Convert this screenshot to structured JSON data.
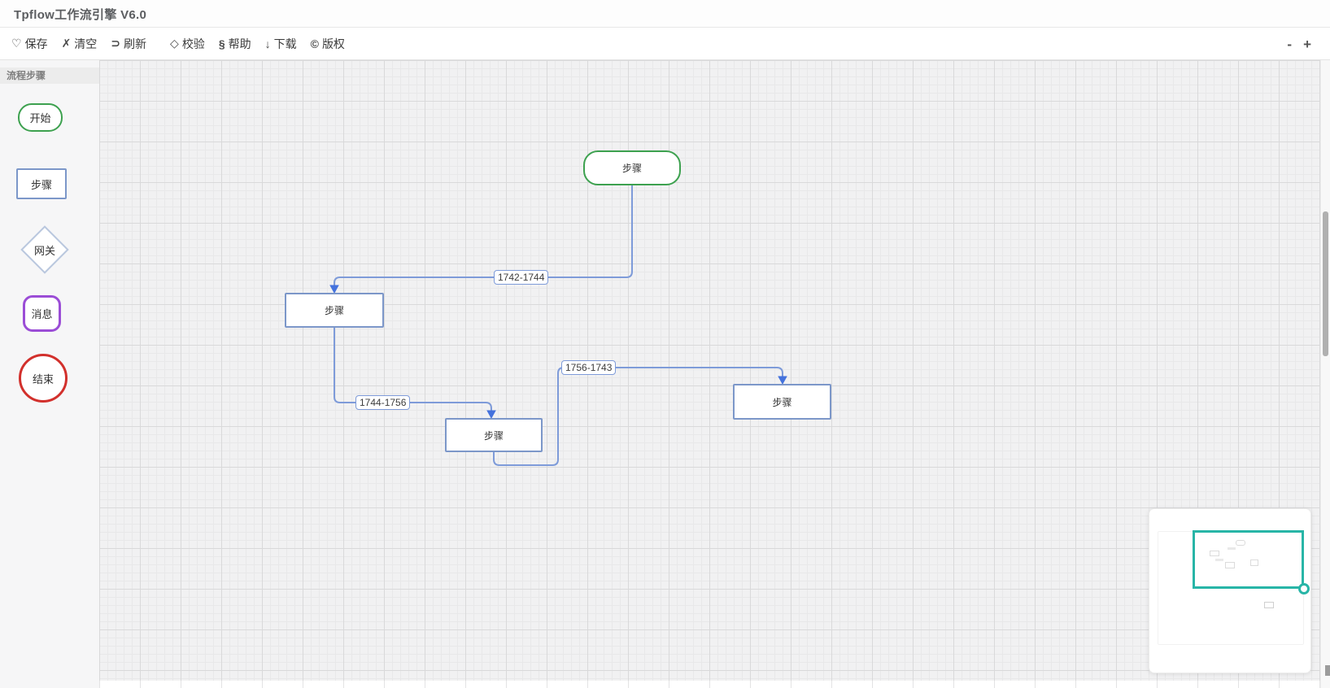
{
  "window": {
    "title": "Tpflow工作流引擎 V6.0"
  },
  "toolbar": {
    "items": [
      {
        "icon": "♡",
        "label": "保存"
      },
      {
        "icon": "✗",
        "label": "清空"
      },
      {
        "icon": "⊃",
        "label": "刷新"
      },
      {
        "icon": "◇",
        "label": "校验"
      },
      {
        "icon": "§",
        "label": "帮助"
      },
      {
        "icon": "↓",
        "label": "下载"
      },
      {
        "icon": "©",
        "label": "版权"
      }
    ],
    "zoom_out": "-",
    "zoom_in": "+"
  },
  "sidebar": {
    "header": "流程步骤",
    "items": [
      {
        "label": "开始",
        "shape": "stadium",
        "color": "#3da14f"
      },
      {
        "label": "步骤",
        "shape": "rect",
        "color": "#7c97c9"
      },
      {
        "label": "网关",
        "shape": "diamond",
        "color": "#b9c7de"
      },
      {
        "label": "消息",
        "shape": "rounded",
        "color": "#9b4dd6"
      },
      {
        "label": "结束",
        "shape": "circle",
        "color": "#d2302c"
      }
    ]
  },
  "canvas": {
    "nodes": [
      {
        "label": "步骤",
        "shape": "stadium-green"
      },
      {
        "label": "步骤",
        "shape": "rect"
      },
      {
        "label": "步骤",
        "shape": "rect"
      },
      {
        "label": "步骤",
        "shape": "rect"
      }
    ],
    "edges": [
      {
        "label": "1742-1744"
      },
      {
        "label": "1744-1756"
      },
      {
        "label": "1756-1743"
      }
    ]
  },
  "colors": {
    "node_blue": "#7c97c9",
    "edge_blue": "#7e9bd9",
    "arrow_blue": "#4472dd",
    "start_green": "#3da14f",
    "gateway_blue": "#b9c7de",
    "message_purple": "#9b4dd6",
    "end_red": "#d2302c",
    "minimap_teal": "#28b5a7"
  }
}
